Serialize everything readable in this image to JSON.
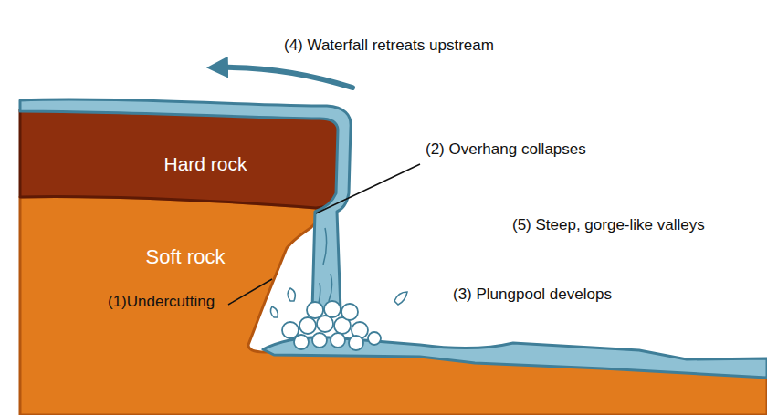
{
  "diagram": {
    "nodes": [
      {
        "text": [
          "Hard rock"
        ]
      },
      {
        "text": [
          "Soft rock"
        ]
      }
    ],
    "labels": [
      "(4) Waterfall retreats upstream",
      "(2) Overhang collapses",
      "(5) Steep, gorge-like valleys",
      "(3) Plungpool develops",
      "(1)Undercutting"
    ]
  }
}
